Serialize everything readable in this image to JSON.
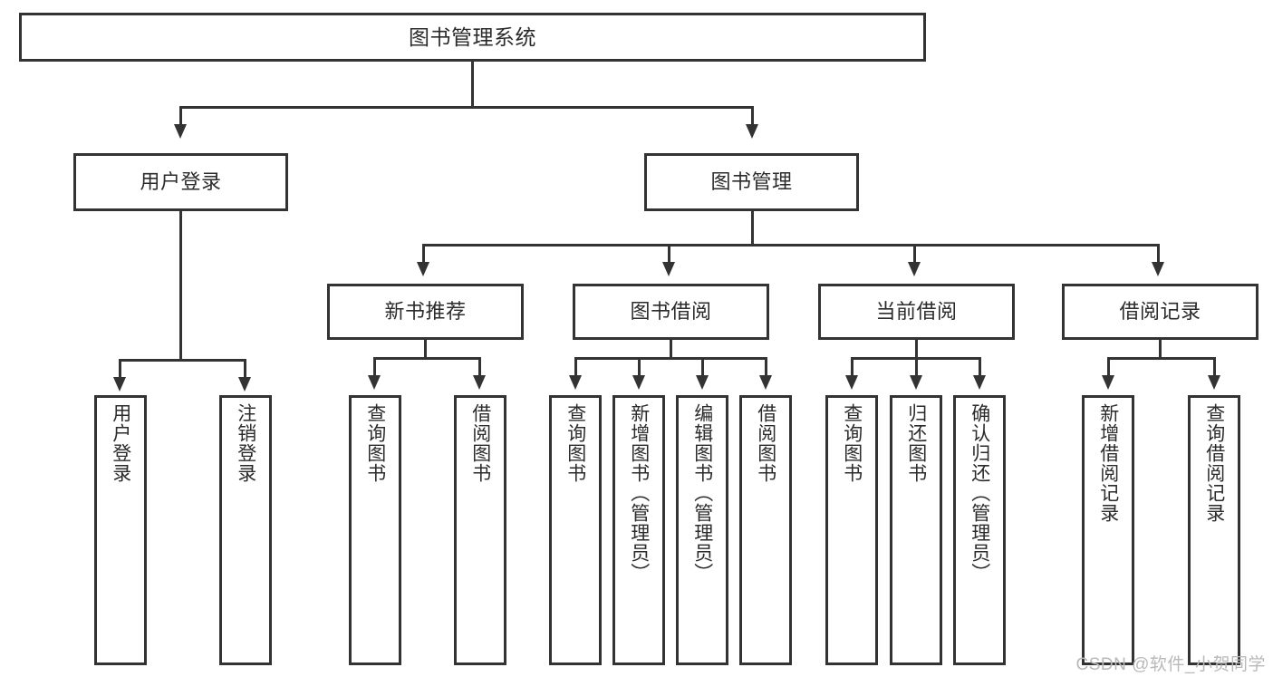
{
  "diagram": {
    "title": "图书管理系统",
    "type": "tree-hierarchy-chart",
    "root": {
      "id": "root",
      "label": "图书管理系统"
    },
    "level2": [
      {
        "id": "user-login",
        "label": "用户登录"
      },
      {
        "id": "book-management",
        "label": "图书管理"
      }
    ],
    "level3": [
      {
        "id": "new-book-recommend",
        "label": "新书推荐",
        "parent": "book-management"
      },
      {
        "id": "book-borrow",
        "label": "图书借阅",
        "parent": "book-management"
      },
      {
        "id": "current-borrow",
        "label": "当前借阅",
        "parent": "book-management"
      },
      {
        "id": "borrow-record",
        "label": "借阅记录",
        "parent": "book-management"
      }
    ],
    "leaves": [
      {
        "id": "leaf-user-login",
        "label": "用户登录",
        "parent": "user-login"
      },
      {
        "id": "leaf-logout-login",
        "label": "注销登录",
        "parent": "user-login"
      },
      {
        "id": "leaf-query-book-1",
        "label": "查询图书",
        "parent": "new-book-recommend"
      },
      {
        "id": "leaf-borrow-book-1",
        "label": "借阅图书",
        "parent": "new-book-recommend"
      },
      {
        "id": "leaf-query-book-2",
        "label": "查询图书",
        "parent": "book-borrow"
      },
      {
        "id": "leaf-add-book",
        "label": "新增图书（管理员）",
        "parent": "book-borrow"
      },
      {
        "id": "leaf-edit-book",
        "label": "编辑图书（管理员）",
        "parent": "book-borrow"
      },
      {
        "id": "leaf-borrow-book-2",
        "label": "借阅图书",
        "parent": "book-borrow"
      },
      {
        "id": "leaf-query-book-3",
        "label": "查询图书",
        "parent": "current-borrow"
      },
      {
        "id": "leaf-return-book",
        "label": "归还图书",
        "parent": "current-borrow"
      },
      {
        "id": "leaf-confirm-return",
        "label": "确认归还（管理员）",
        "parent": "current-borrow"
      },
      {
        "id": "leaf-add-borrow-record",
        "label": "新增借阅记录",
        "parent": "borrow-record"
      },
      {
        "id": "leaf-query-borrow-record",
        "label": "查询借阅记录",
        "parent": "borrow-record"
      }
    ],
    "colors": {
      "stroke": "#333333",
      "fill": "#ffffff",
      "text": "#2b2b2b",
      "watermark": "#b9b9b9"
    }
  },
  "watermark": {
    "text": "CSDN @软件_小贺同学"
  }
}
